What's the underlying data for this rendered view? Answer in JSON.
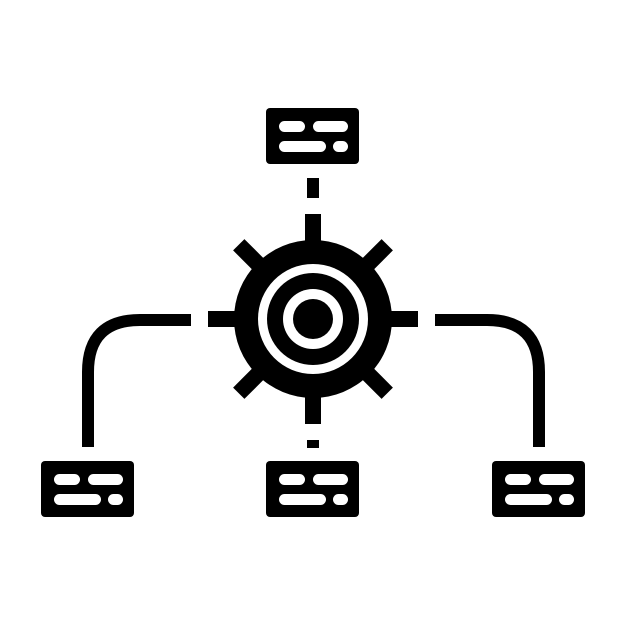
{
  "icon": {
    "name": "gear-network-diagram-icon",
    "foreground_color": "#000000",
    "background_color": "#ffffff",
    "components": {
      "center": "gear-icon",
      "nodes": [
        "top-node-box",
        "bottom-left-node-box",
        "bottom-center-node-box",
        "bottom-right-node-box"
      ]
    }
  }
}
